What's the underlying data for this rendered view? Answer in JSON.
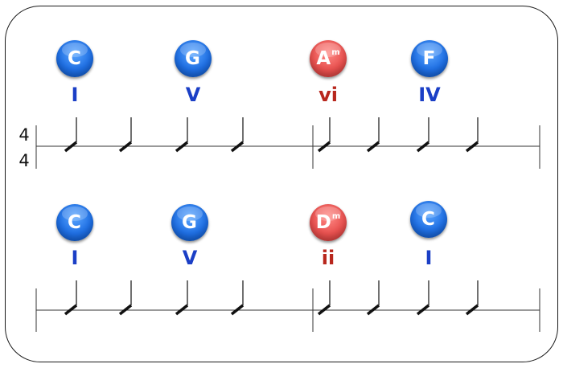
{
  "time_signature": {
    "top": "4",
    "bottom": "4"
  },
  "rows": [
    {
      "chords": [
        {
          "root": "C",
          "quality": "",
          "roman": "I",
          "kind": "major"
        },
        {
          "root": "G",
          "quality": "",
          "roman": "V",
          "kind": "major"
        },
        {
          "root": "A",
          "quality": "m",
          "roman": "vi",
          "kind": "minor"
        },
        {
          "root": "F",
          "quality": "",
          "roman": "IV",
          "kind": "major"
        }
      ],
      "measures": 2,
      "beats_per_measure": 4
    },
    {
      "chords": [
        {
          "root": "C",
          "quality": "",
          "roman": "I",
          "kind": "major"
        },
        {
          "root": "G",
          "quality": "",
          "roman": "V",
          "kind": "major"
        },
        {
          "root": "D",
          "quality": "m",
          "roman": "ii",
          "kind": "minor"
        },
        {
          "root": "C",
          "quality": "",
          "roman": "I",
          "kind": "major"
        }
      ],
      "measures": 2,
      "beats_per_measure": 4
    }
  ],
  "colors": {
    "major": "#1f6fe3",
    "minor": "#e8514f",
    "major_text": "#1b3fc6",
    "minor_text": "#b8261c"
  }
}
